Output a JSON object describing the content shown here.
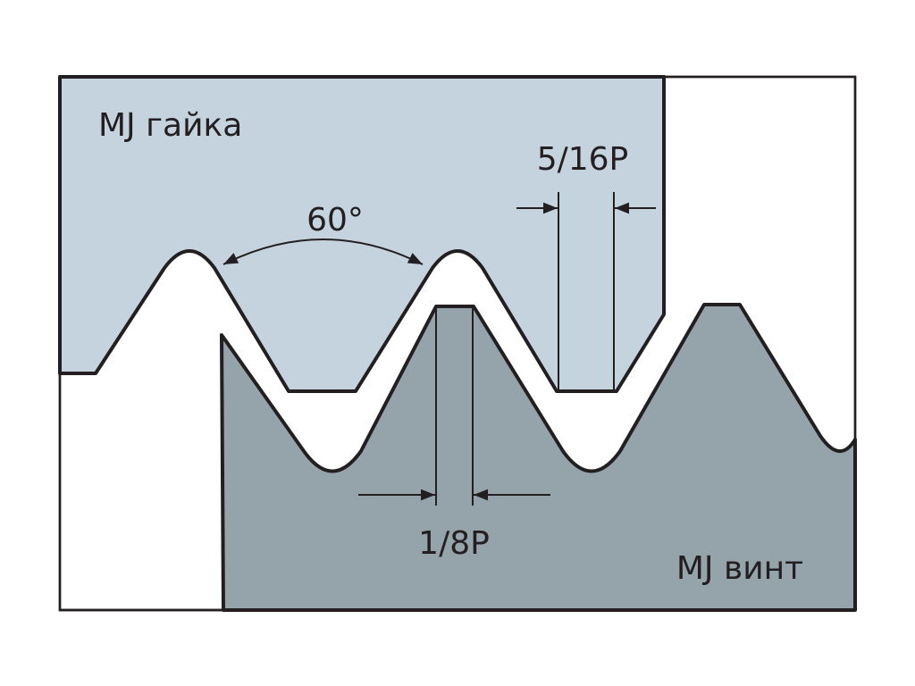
{
  "labels": {
    "nut": "MJ гайка",
    "screw": "MJ винт",
    "angle": "60°",
    "nut_root_width": "5/16P",
    "screw_crest_width": "1/8P"
  },
  "colors": {
    "nut_fill": "#c5d3de",
    "screw_fill": "#95a3aa",
    "outline": "#231f20"
  }
}
